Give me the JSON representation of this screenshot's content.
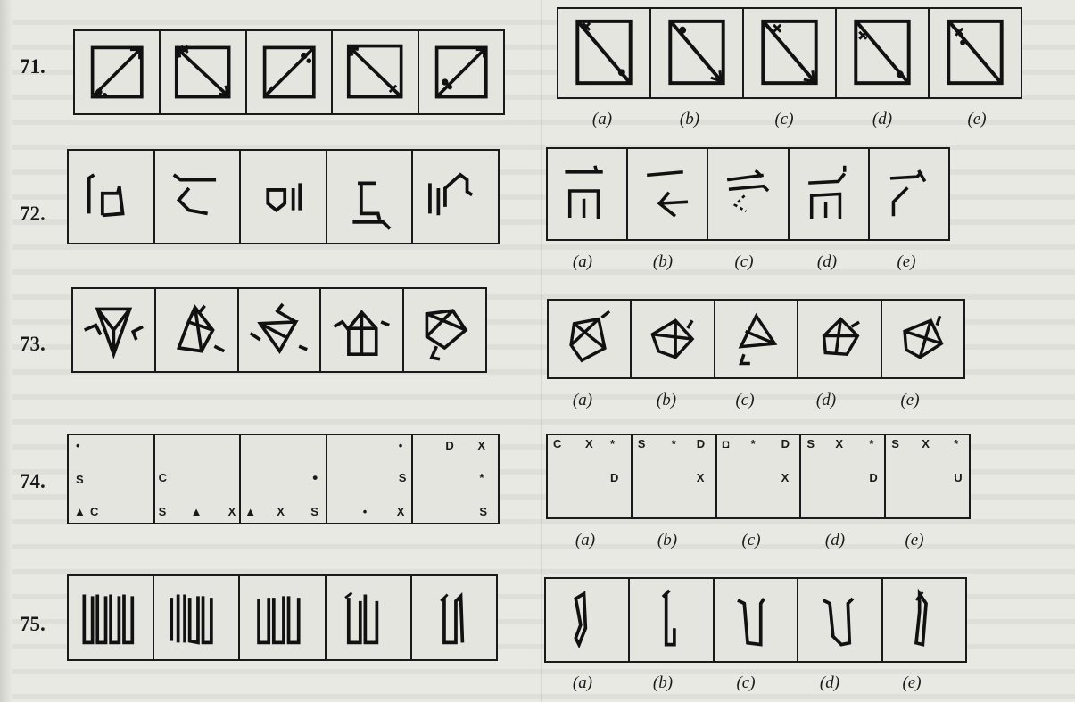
{
  "questions": [
    {
      "number": "71.",
      "options": [
        "(a)",
        "(b)",
        "(c)",
        "(d)",
        "(e)"
      ]
    },
    {
      "number": "72.",
      "options": [
        "(a)",
        "(b)",
        "(c)",
        "(d)",
        "(e)"
      ]
    },
    {
      "number": "73.",
      "options": [
        "(a)",
        "(b)",
        "(c)",
        "(d)",
        "(e)"
      ]
    },
    {
      "number": "74.",
      "options": [
        "(a)",
        "(b)",
        "(c)",
        "(d)",
        "(e)"
      ]
    },
    {
      "number": "75.",
      "options": [
        "(a)",
        "(b)",
        "(c)",
        "(d)",
        "(e)"
      ]
    }
  ],
  "symbols74": {
    "c": "C",
    "s": "S",
    "x": "X",
    "d": "D",
    "u": "U",
    "dot": "•",
    "tri": "▲",
    "star": "*",
    "box": "◘"
  }
}
